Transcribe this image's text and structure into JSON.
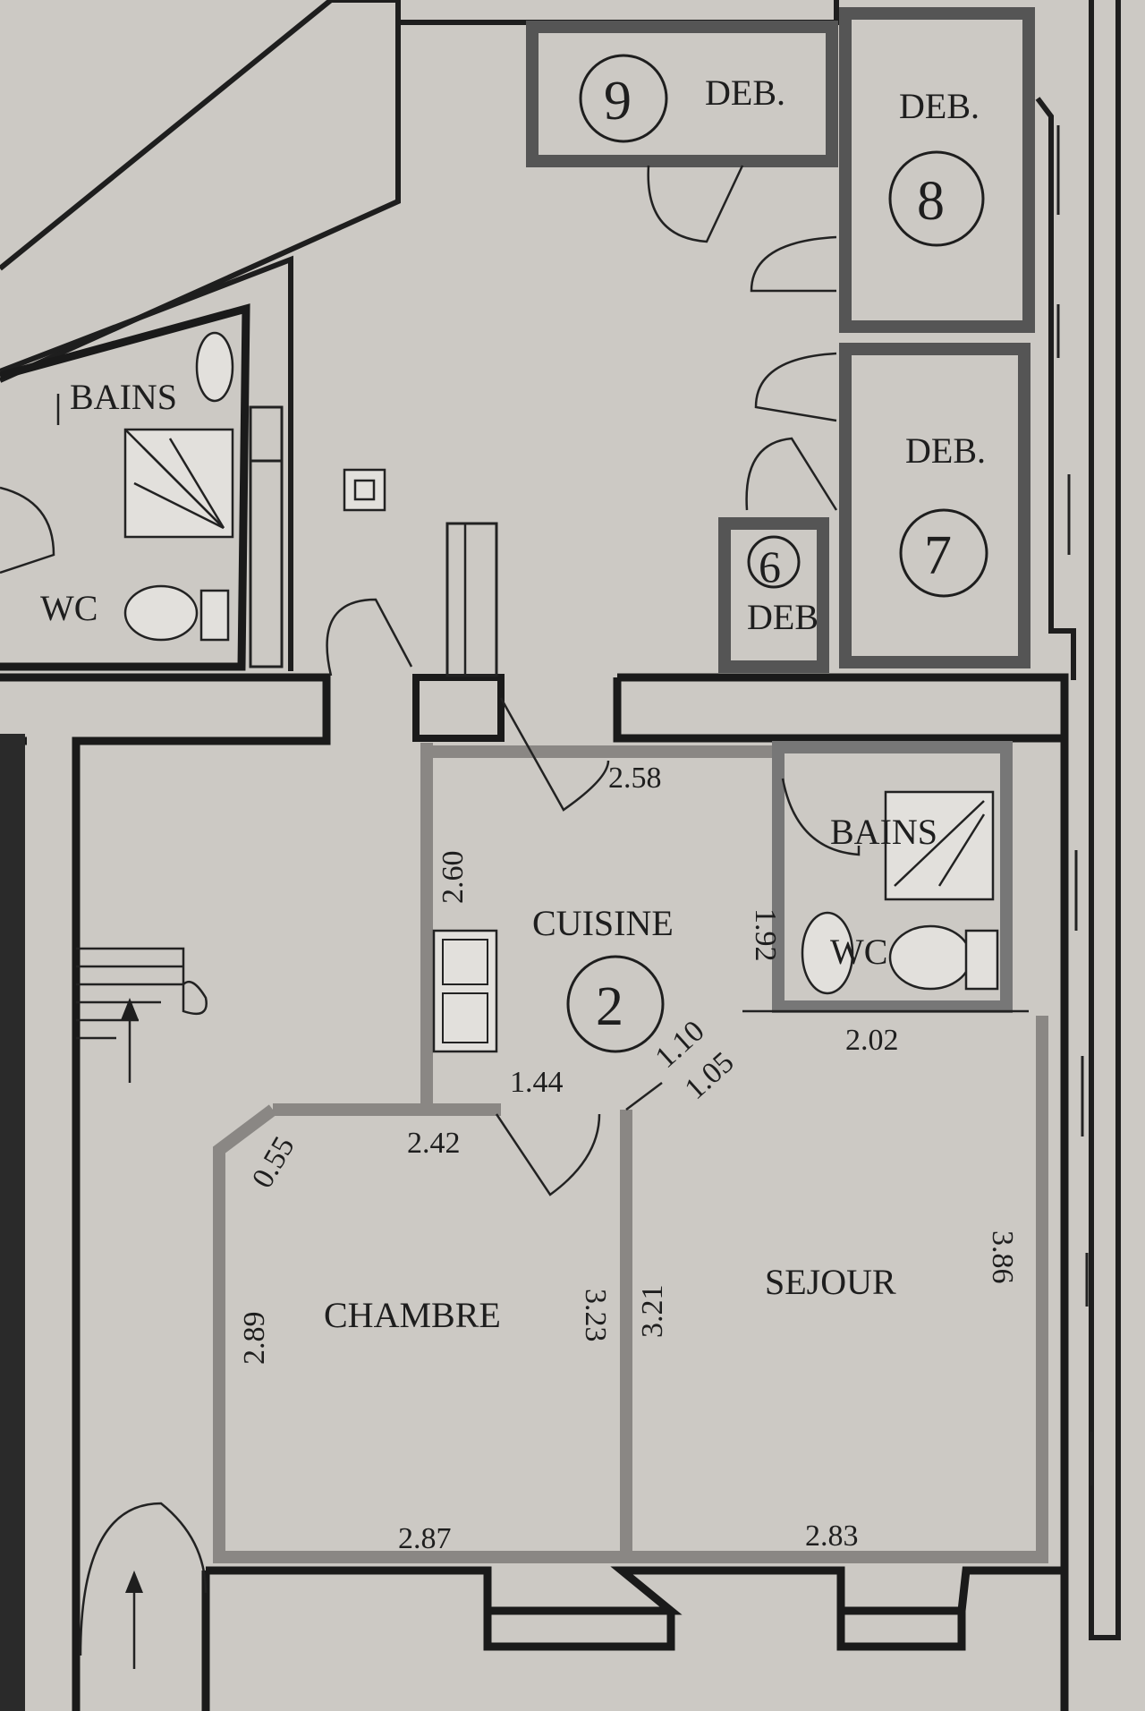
{
  "rooms": {
    "cuisine": {
      "label": "CUISINE",
      "number": "2"
    },
    "chambre": {
      "label": "CHAMBRE"
    },
    "sejour": {
      "label": "SEJOUR"
    },
    "bains_left": {
      "label": "BAINS"
    },
    "wc_left": {
      "label": "WC"
    },
    "bains_right": {
      "label": "BAINS"
    },
    "wc_right": {
      "label": "WC"
    },
    "deb9": {
      "label": "DEB.",
      "number": "9"
    },
    "deb8": {
      "label": "DEB.",
      "number": "8"
    },
    "deb7": {
      "label": "DEB.",
      "number": "7"
    },
    "deb6": {
      "label": "DEB",
      "number": "6"
    }
  },
  "dimensions": {
    "d258": "2.58",
    "d260": "2.60",
    "d192": "1.92",
    "d202": "2.02",
    "d144": "1.44",
    "d110": "1.10",
    "d105": "1.05",
    "d242": "2.42",
    "d055": "0.55",
    "d289": "2.89",
    "d323": "3.23",
    "d321": "3.21",
    "d386": "3.86",
    "d287": "2.87",
    "d283": "2.83"
  }
}
